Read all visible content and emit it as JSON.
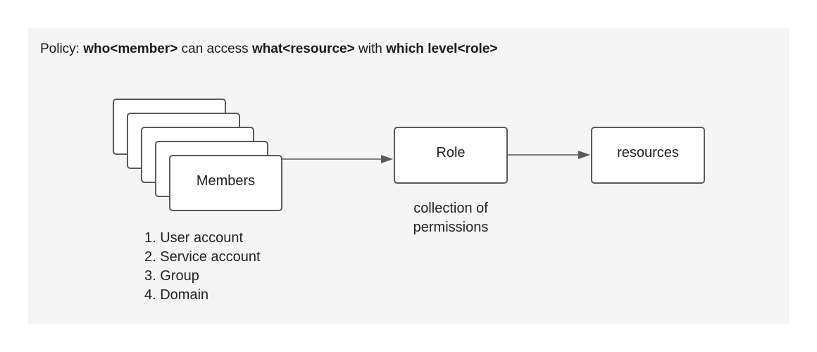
{
  "policy": {
    "prefix": "Policy: ",
    "who": "who<member>",
    "mid1": " can access ",
    "what": "what<resource>",
    "mid2": " with ",
    "which": "which level<role>"
  },
  "members": {
    "label": "Members",
    "types": [
      "1. User account",
      "2. Service account",
      "3. Group",
      "4. Domain"
    ]
  },
  "role": {
    "label": "Role",
    "caption_line1": "collection of",
    "caption_line2": "permissions"
  },
  "resources": {
    "label": "resources"
  },
  "colors": {
    "panel": "#f5f5f5",
    "stroke": "#5a5a5a",
    "text": "#222222"
  }
}
